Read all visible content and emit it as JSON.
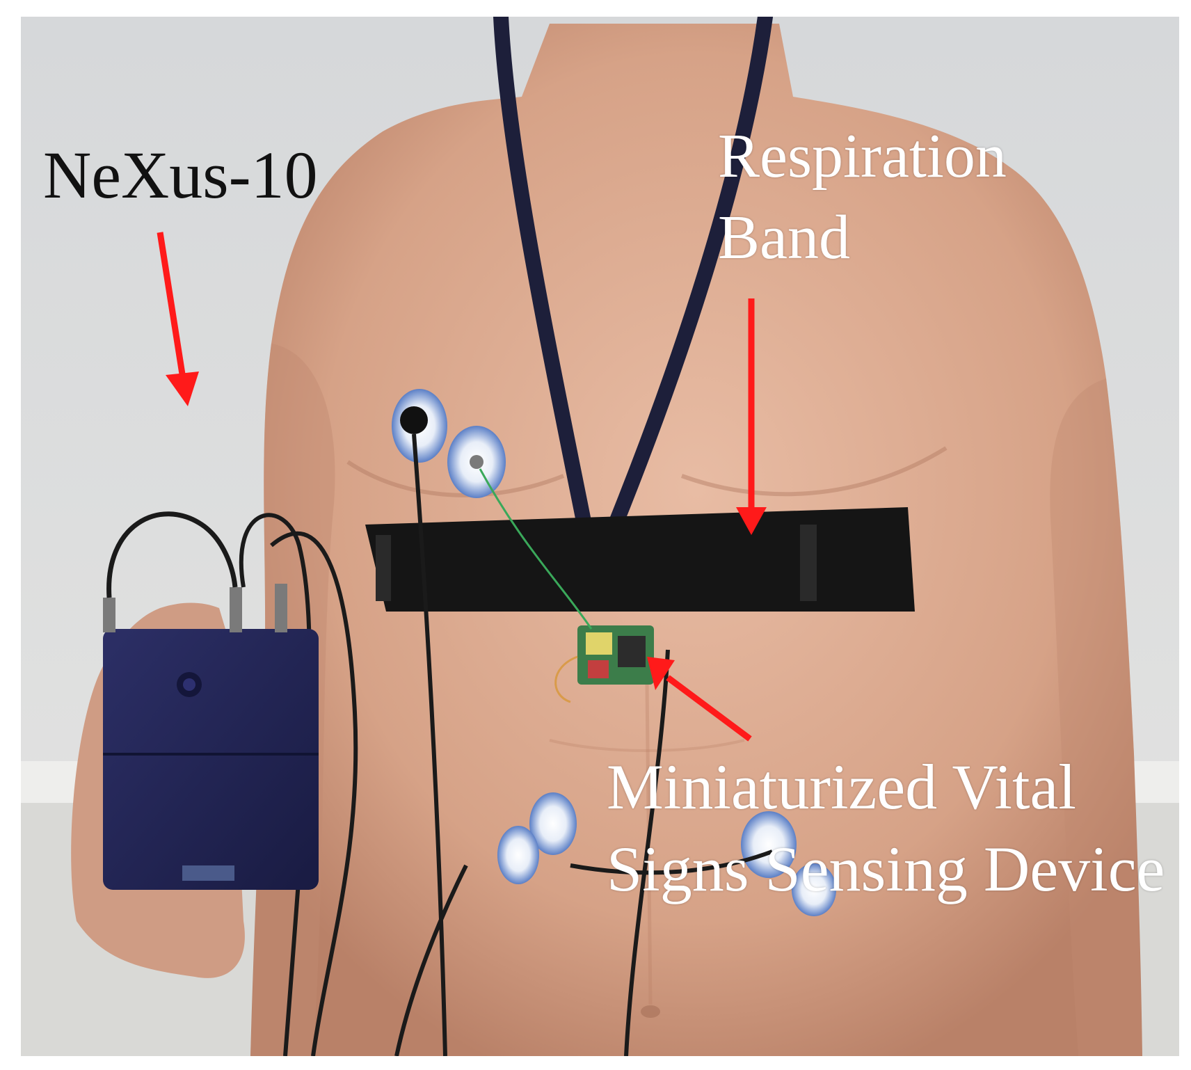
{
  "labels": {
    "nexus": "NeXus-10",
    "respiration_line1": "Respiration",
    "respiration_line2": "Band",
    "miniaturized_line1": "Miniaturized Vital",
    "miniaturized_line2": "Signs Sensing Device"
  },
  "colors": {
    "arrow": "#ff1a1a",
    "background_wall": "#dcdcdc",
    "skin": "#d9a88f",
    "band": "#141414",
    "device_body": "#25285a"
  }
}
